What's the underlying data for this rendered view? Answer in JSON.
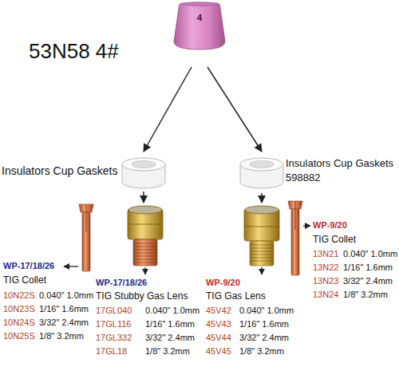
{
  "diagram": {
    "nodes": [
      {
        "text": [
          "53N58 4#",
          "4"
        ]
      },
      {
        "text": [
          "Insulators Cup Gaskets"
        ]
      },
      {
        "text": [
          "Insulators Cup Gaskets",
          "598882"
        ]
      },
      {
        "text": [
          "WP-17/18/26",
          "TIG Collet",
          "10N22S",
          "0.040\" 1.0mm",
          "10N23S",
          "1/16\" 1.6mm",
          "10N24S",
          "3/32\" 2.4mm",
          "10N25S",
          "1/8\" 3.2mm"
        ]
      },
      {
        "text": [
          "WP-17/18/26",
          "TIG Stubby Gas Lens",
          "17GL040",
          "0.040\" 1.0mm",
          "17GL116",
          "1/16\" 1.6mm",
          "17GL332",
          "3/32\" 2.4mm",
          "17GL18",
          "1/8\" 3.2mm"
        ]
      },
      {
        "text": [
          "WP-9/20",
          "TIG Gas Lens",
          "45V42",
          "0.040\" 1.0mm",
          "45V43",
          "1/16\" 1.6mm",
          "45V44",
          "3/32\" 2.4mm",
          "45V45",
          "1/8\" 3.2mm"
        ]
      },
      {
        "text": [
          "WP-9/20",
          "TIG Collet",
          "13N21",
          "0.040\" 1.0mm",
          "13N22",
          "1/16\" 1.6mm",
          "13N23",
          "3/32\" 2.4mm",
          "13N24",
          "1/8\" 3.2mm"
        ]
      }
    ],
    "edges": [
      {
        "from": 0,
        "to": 1,
        "arrow": "to"
      },
      {
        "from": 0,
        "to": 2,
        "arrow": "to"
      },
      {
        "from": 1,
        "to": 4,
        "arrow": "to"
      },
      {
        "from": 2,
        "to": 5,
        "arrow": "to"
      }
    ]
  }
}
